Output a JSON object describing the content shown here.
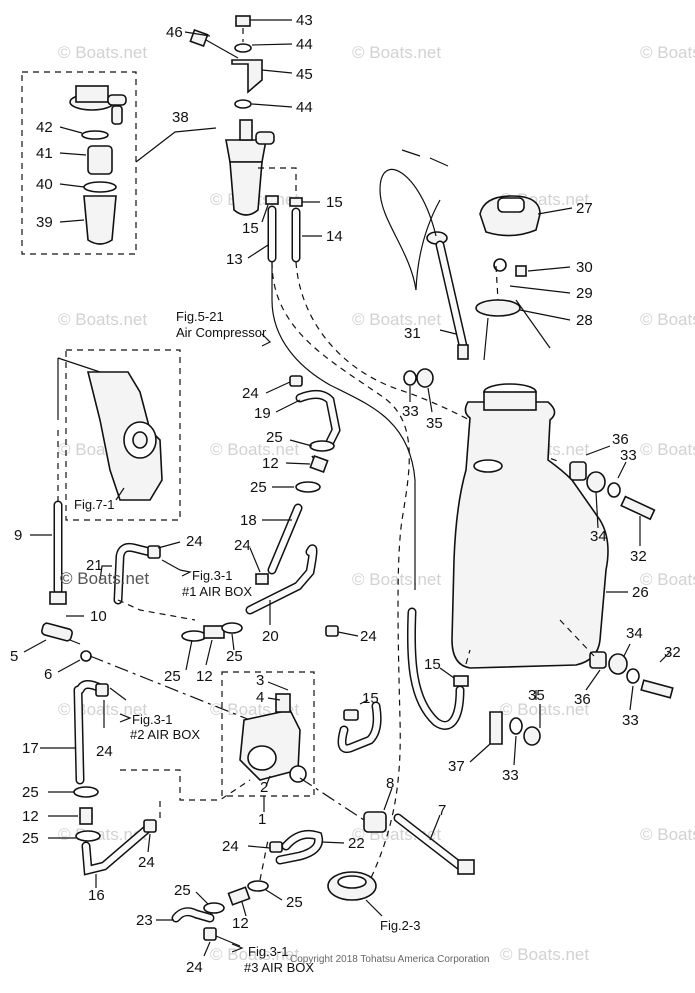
{
  "watermarks": [
    "© Boats.net",
    "© Boats.net",
    "© Boats.net",
    "© Boats.net",
    "© Boats.net",
    "© Boats.net",
    "© Boats.net",
    "© Boats.net",
    "© Boats.net",
    "© Boats.net",
    "© Boats.net",
    "© Boats.net",
    "© Boats.net",
    "© Boats.net",
    "© Boats.net",
    "© Boats.net",
    "© Boats.net",
    "© Boats.net",
    "© Boats.net",
    "© Boats.net",
    "© Boats.net",
    "© Boats.net"
  ],
  "watermark_center": "© Boats.net",
  "copyright": "Copyright 2018 Tohatsu America Corporation",
  "references": {
    "fig5_21": "Fig.5-21",
    "air_compressor": "Air Compressor",
    "fig7_1": "Fig.7-1",
    "fig3_1_a": "Fig.3-1",
    "air_box_1": "#1 AIR BOX",
    "fig3_1_b": "Fig.3-1",
    "air_box_2": "#2 AIR BOX",
    "fig3_1_c": "Fig.3-1",
    "air_box_3": "#3 AIR BOX",
    "fig2_3": "Fig.2-3"
  },
  "callouts": [
    "43",
    "44",
    "46",
    "45",
    "44",
    "42",
    "41",
    "40",
    "39",
    "38",
    "15",
    "15",
    "13",
    "14",
    "27",
    "30",
    "29",
    "28",
    "31",
    "33",
    "35",
    "36",
    "33",
    "34",
    "32",
    "26",
    "24",
    "19",
    "25",
    "12",
    "25",
    "18",
    "9",
    "21",
    "24",
    "24",
    "20",
    "24",
    "10",
    "5",
    "6",
    "25",
    "12",
    "25",
    "3",
    "4",
    "15",
    "15",
    "17",
    "24",
    "25",
    "12",
    "25",
    "16",
    "24",
    "2",
    "1",
    "8",
    "7",
    "24",
    "22",
    "25",
    "12",
    "25",
    "23",
    "24",
    "34",
    "32",
    "36",
    "33",
    "35",
    "37",
    "33"
  ]
}
